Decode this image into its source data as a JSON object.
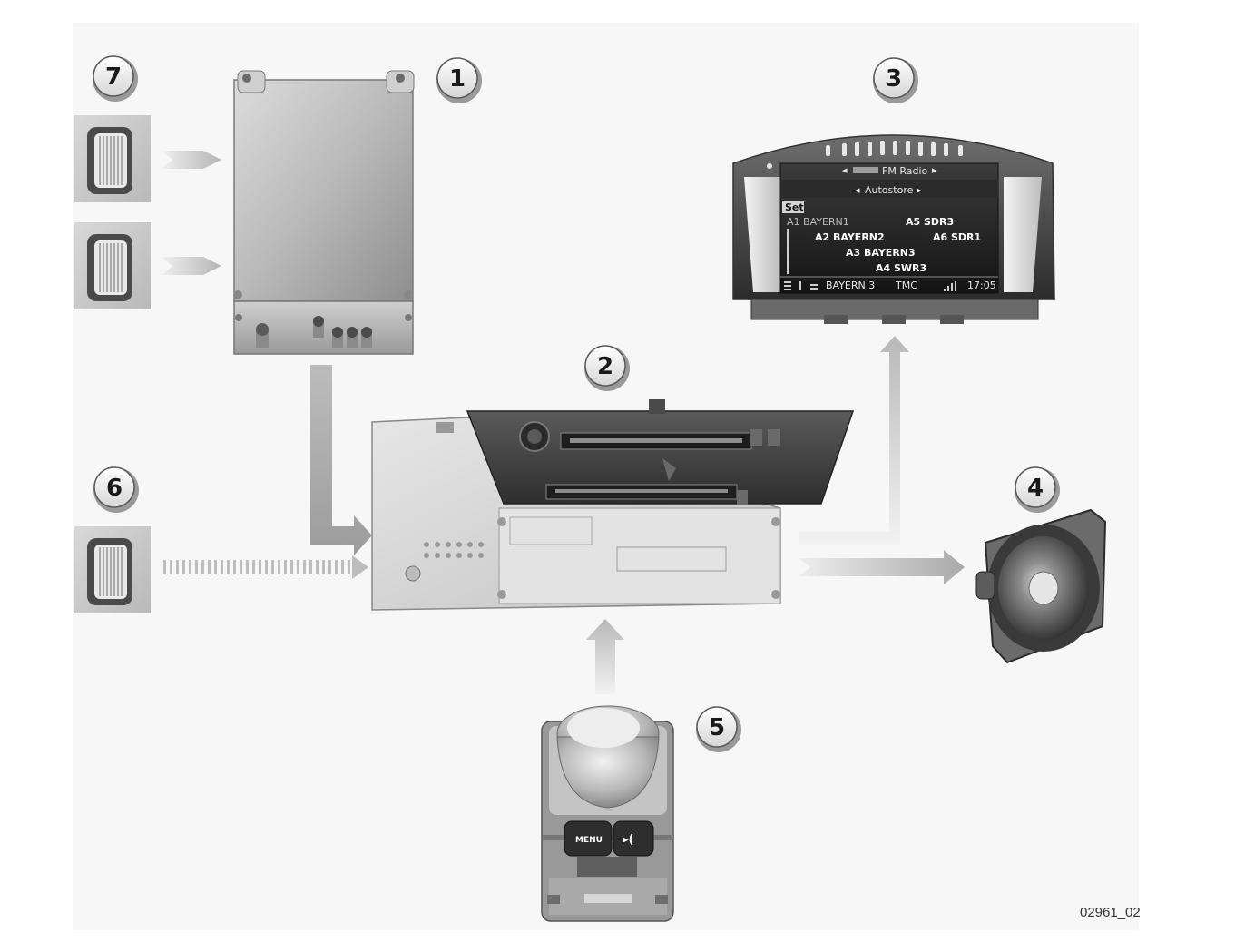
{
  "badges": {
    "n1": "1",
    "n2": "2",
    "n3": "3",
    "n4": "4",
    "n5": "5",
    "n6": "6",
    "n7": "7"
  },
  "display": {
    "source": "FM Radio",
    "mode": "Autostore",
    "set_label": "Set",
    "stations": {
      "a1": "A1 BAYERN1",
      "a2": "A2 BAYERN2",
      "a3": "A3 BAYERN3",
      "a4": "A4 SWR3",
      "a5": "A5 SDR3",
      "a6": "A6 SDR1"
    },
    "status": {
      "current": "BAYERN 3",
      "tmc": "TMC",
      "time": "17:05"
    }
  },
  "controller": {
    "menu_label": "MENU"
  },
  "figure_code": "02961_02"
}
